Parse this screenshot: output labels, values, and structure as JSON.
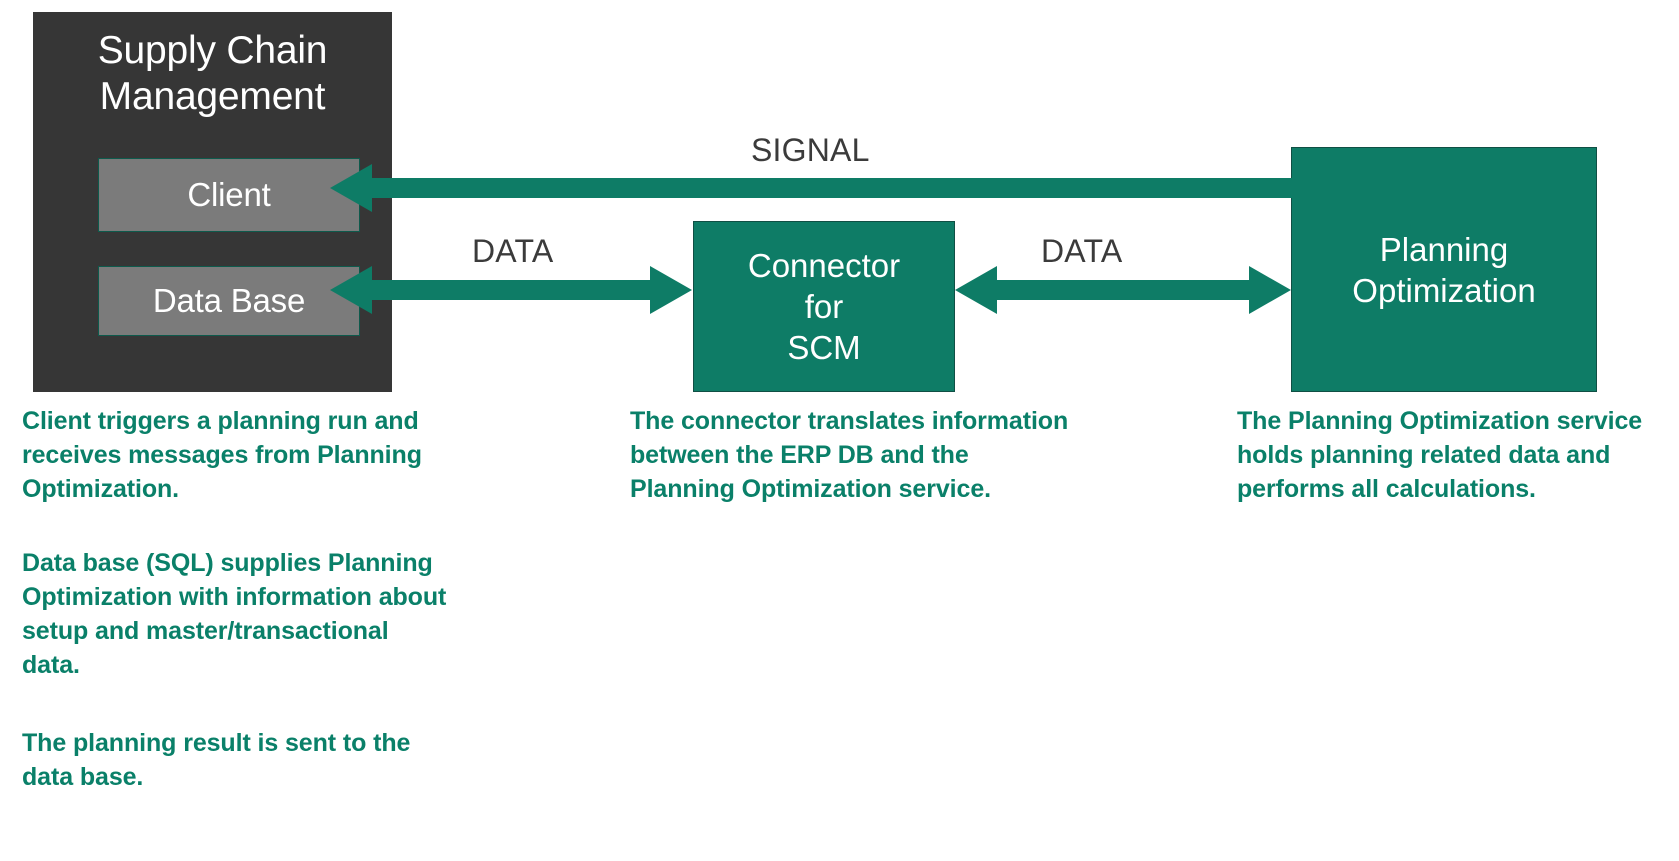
{
  "diagram": {
    "title": "Supply Chain Management / Planning Optimization architecture",
    "colors": {
      "teal": "#0E7C66",
      "teal_text": "#0A8069",
      "dark_panel": "#363636",
      "gray_box": "#7B7B7B",
      "label_text": "#3B3B3B",
      "box_border": "#104F44"
    },
    "scm_panel": {
      "title": "Supply Chain\nManagement",
      "boxes": [
        {
          "id": "client",
          "label": "Client"
        },
        {
          "id": "database",
          "label": "Data Base"
        }
      ]
    },
    "connector_box": {
      "label": "Connector\nfor\nSCM"
    },
    "planning_box": {
      "label": "Planning\nOptimization"
    },
    "arrows": [
      {
        "id": "signal",
        "label": "SIGNAL",
        "direction": "left",
        "from": "Planning Optimization",
        "to": "Client"
      },
      {
        "id": "data-left",
        "label": "DATA",
        "direction": "both",
        "from": "Data Base",
        "to": "Connector for SCM"
      },
      {
        "id": "data-right",
        "label": "DATA",
        "direction": "both",
        "from": "Connector for SCM",
        "to": "Planning Optimization"
      }
    ],
    "captions": [
      {
        "id": "client",
        "text": "Client triggers a planning run and receives messages from Planning Optimization."
      },
      {
        "id": "database",
        "text": "Data base (SQL) supplies Planning Optimization with information about setup and master/transactional data."
      },
      {
        "id": "result",
        "text": "The planning result is sent to the data base."
      },
      {
        "id": "connector",
        "text": "The connector translates information between the ERP DB and the Planning Optimization service."
      },
      {
        "id": "planning",
        "text": "The Planning Optimization service holds planning related data and performs all calculations."
      }
    ]
  }
}
